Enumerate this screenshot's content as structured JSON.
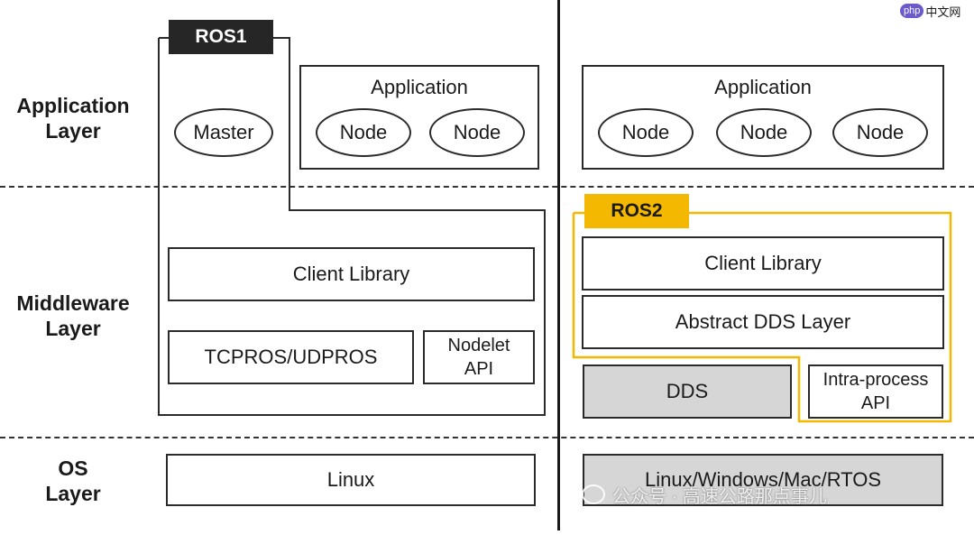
{
  "layers": {
    "application": [
      "Application",
      "Layer"
    ],
    "middleware": [
      "Middleware",
      "Layer"
    ],
    "os": [
      "OS",
      "Layer"
    ]
  },
  "ros1": {
    "tab": "ROS1",
    "master": "Master",
    "application_title": "Application",
    "nodes": [
      "Node",
      "Node"
    ],
    "client_library": "Client Library",
    "transport": "TCPROS/UDPROS",
    "nodelet": [
      "Nodelet",
      "API"
    ],
    "os": "Linux"
  },
  "ros2": {
    "tab": "ROS2",
    "application_title": "Application",
    "nodes": [
      "Node",
      "Node",
      "Node"
    ],
    "client_library": "Client Library",
    "abstract_dds": "Abstract DDS Layer",
    "dds": "DDS",
    "intra_process": [
      "Intra-process",
      "API"
    ],
    "os": "Linux/Windows/Mac/RTOS"
  },
  "watermarks": {
    "corner": "php中文网",
    "bottom": "公众号 · 高速公路那点事儿"
  },
  "colors": {
    "ros1_tab": "#262626",
    "ros2_accent": "#f5b800",
    "gray_box": "#d6d6d6"
  }
}
